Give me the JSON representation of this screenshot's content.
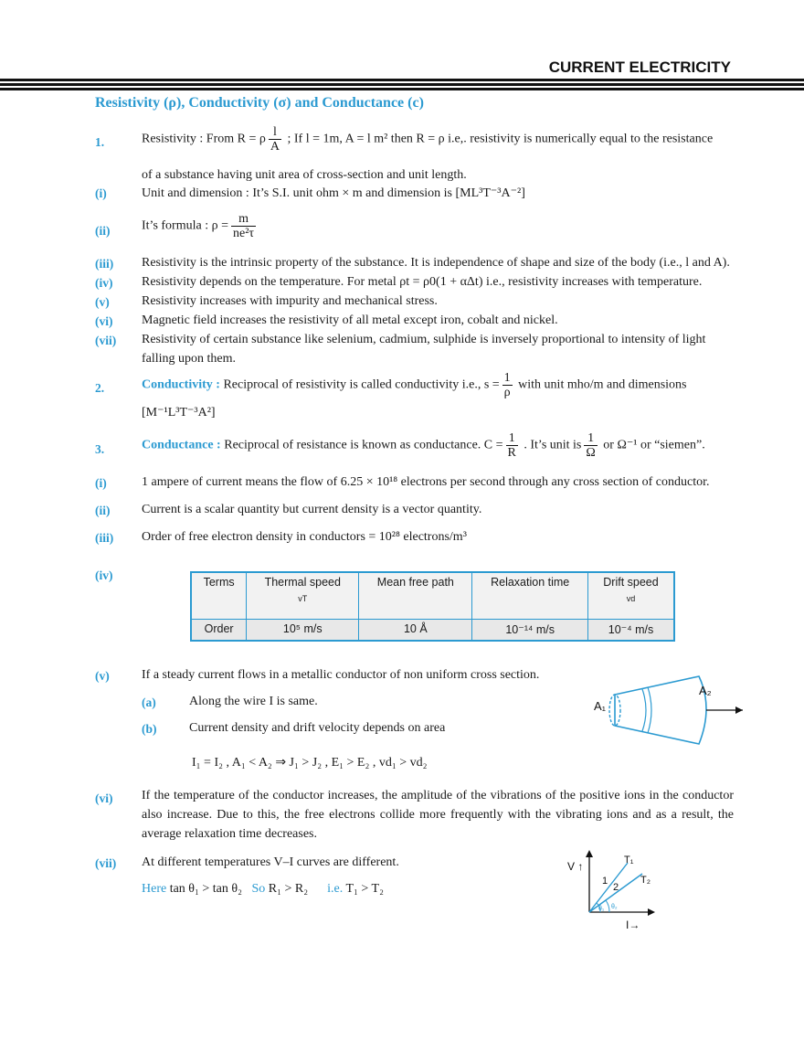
{
  "header": {
    "title": "CURRENT ELECTRICITY"
  },
  "section": {
    "heading": "Resistivity (ρ), Conductivity (σ) and Conductance (c)"
  },
  "p1": {
    "num": "1.",
    "pre": "Resistivity : From R =",
    "frac_sym": "ρ",
    "frac_n": "l",
    "frac_d": "A",
    "post": ";  If l = 1m, A = l m² then R = ρ i.e,. resistivity is numerically equal to the resistance",
    "cont": "of a substance having unit area of cross-section and unit length."
  },
  "i": {
    "num": "(i)",
    "text": "Unit and dimension : It’s S.I. unit ohm × m and dimension is [ML³T⁻³A⁻²]"
  },
  "ii": {
    "num": "(ii)",
    "pre": "It’s formula :  ρ =",
    "n": "m",
    "d": "ne²τ"
  },
  "iii": {
    "num": "(iii)",
    "text": "Resistivity is the intrinsic property of the substance. It is independence of shape and size of the body (i.e., l and A)."
  },
  "iv": {
    "num": "(iv)",
    "text": "Resistivity depends on the temperature. For metal ρt = ρ0(1 + αΔt) i.e., resistivity increases with temperature."
  },
  "v": {
    "num": "(v)",
    "text": "Resistivity increases with impurity and mechanical stress."
  },
  "vi": {
    "num": "(vi)",
    "text": "Magnetic field increases the resistivity of all metal except iron, cobalt and nickel."
  },
  "vii": {
    "num": "(vii)",
    "text": "Resistivity of certain substance like selenium, cadmium, sulphide is inversely proportional to intensity of light",
    "cont": "falling upon them."
  },
  "p2": {
    "num": "2.",
    "label": "Conductivity :",
    "pre": "Reciprocal of resistivity is called conductivity i.e., s =",
    "n": "1",
    "d": "ρ",
    "post": "with unit mho/m and dimensions",
    "cont": "[M⁻¹L³T⁻³A²]"
  },
  "p3": {
    "num": "3.",
    "label": "Conductance :",
    "pre": "Reciprocal of resistance is known as conductance. C =",
    "n1": "1",
    "d1": "R",
    "mid": ". It’s unit is",
    "n2": "1",
    "d2": "Ω",
    "post": "or Ω⁻¹ or “siemen”."
  },
  "q_i": {
    "num": "(i)",
    "text": "1 ampere of current means the flow of 6.25 ×  10¹⁸ electrons per second through any cross section of conductor."
  },
  "q_ii": {
    "num": "(ii)",
    "text": "Current is a scalar quantity but current density is a vector quantity."
  },
  "q_iii": {
    "num": "(iii)",
    "text": "Order of free electron density in conductors = 10²⁸ electrons/m³"
  },
  "q_iv": {
    "num": "(iv)"
  },
  "table": {
    "headers": [
      "Terms",
      "Thermal speed",
      "Mean free path",
      "Relaxation time",
      "Drift speed"
    ],
    "subs": [
      "",
      "vT",
      "",
      "",
      "vd"
    ],
    "row": [
      "Order",
      "10⁵ m/s",
      "10 Å",
      "10⁻¹⁴ m/s",
      "10⁻⁴ m/s"
    ]
  },
  "q_v": {
    "num": "(v)",
    "text": "If a steady current flows in a metallic conductor of non uniform cross section.",
    "a_num": "(a)",
    "a": "Along the wire I is same.",
    "b_num": "(b)",
    "b": "Current density and drift velocity depends on area",
    "eq": "I₁ =  I₂ , A₁ < A₂  ⇒  J₁ > J₂ , E₁ > E₂ ,  vd₁  > vd₂",
    "fig_a1": "A₁",
    "fig_a2": "A₂"
  },
  "q_vi": {
    "num": "(vi)",
    "text": "If the temperature of the conductor increases, the amplitude of the vibrations of the positive ions in the conductor also increase. Due to this, the free electrons collide more frequently with the vibrating ions and as a result, the average relaxation time decreases."
  },
  "q_vii": {
    "num": "(vii)",
    "text": "At different temperatures V–I curves are different.",
    "here": "Here",
    "eq1": "tan θ₁ > tan θ₂",
    "so": "So",
    "eq2": "R₁ > R₂",
    "ie": "i.e.",
    "eq3": "T₁ > T₂",
    "fig_v": "V ↑",
    "fig_i": "I→",
    "fig_t1": "T₁",
    "fig_t2": "T₂",
    "fig_1": "1",
    "fig_2": "2",
    "fig_th1": "θ₁",
    "fig_th2": "θ₂"
  },
  "colors": {
    "accent": "#2b9ad1",
    "text": "#1a1a1a"
  }
}
